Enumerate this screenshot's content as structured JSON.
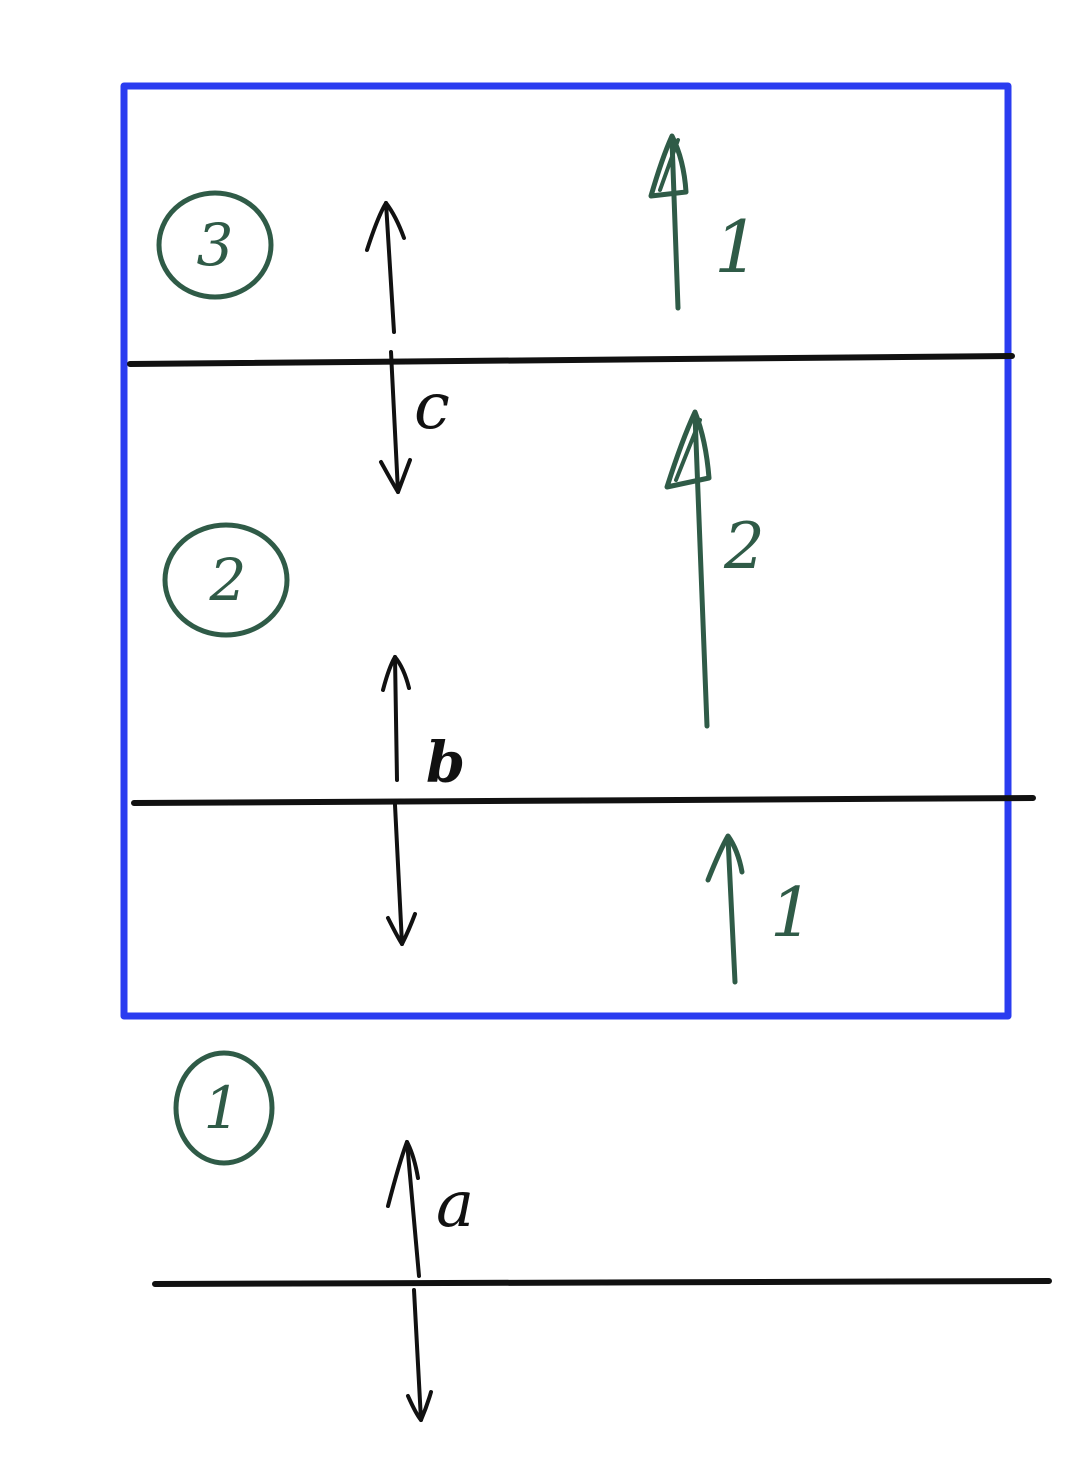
{
  "colors": {
    "boundary": "#2a3cf0",
    "line": "#111111",
    "annotation": "#2f5b47"
  },
  "regions": [
    {
      "id": "3",
      "label": "3"
    },
    {
      "id": "2",
      "label": "2"
    },
    {
      "id": "1",
      "label": "1"
    }
  ],
  "interfaces": [
    {
      "id": "c",
      "label": "c"
    },
    {
      "id": "b",
      "label": "b"
    },
    {
      "id": "a",
      "label": "a"
    }
  ],
  "counts": [
    {
      "region": "3",
      "label": "1"
    },
    {
      "region": "2",
      "label": "2"
    },
    {
      "region": "lower",
      "label": "1"
    }
  ]
}
